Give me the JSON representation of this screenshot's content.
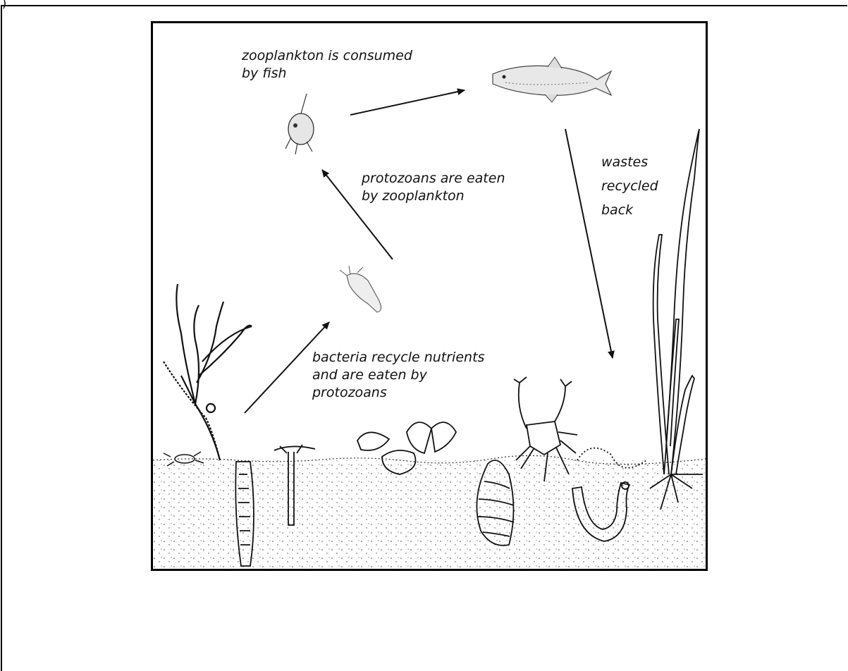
{
  "corner_text": ")",
  "labels": {
    "zooplankton_fish": "zooplankton is consumed\nby fish",
    "protozoans_zooplankton": "protozoans are eaten\nby zooplankton",
    "bacteria": "bacteria recycle nutrients\nand are eaten by\nprotozoans",
    "wastes": "wastes\nrecycled\nback"
  },
  "icons": [
    "fish-icon",
    "zooplankton-icon",
    "protozoan-icon",
    "seaweed-icon",
    "clam-icon",
    "crab-icon",
    "snail-icon",
    "worm-icon",
    "seagrass-icon"
  ],
  "colors": {
    "ink": "#111111",
    "background": "#ffffff"
  }
}
